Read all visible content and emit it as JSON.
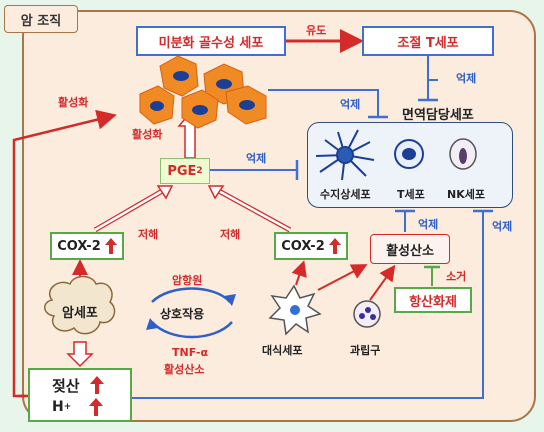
{
  "region_label": "암 조직",
  "nodes": {
    "msc": "미분화 골수성 세포",
    "treg": "조절 T세포",
    "immune_title": "면역담당세포",
    "dendritic": "수지상세포",
    "tcell": "T세포",
    "nkcell": "NK세포",
    "pge2": "PGE",
    "pge2_sub": "2",
    "cox2_left": "COX-2",
    "cox2_right": "COX-2",
    "ros": "활성산소",
    "antioxidant": "항산화제",
    "cancer_cell": "암세포",
    "lactic": "젖산",
    "proton": "H",
    "proton_sup": "+",
    "macrophage": "대식세포",
    "granulocyte": "과립구"
  },
  "edges": {
    "induce": "유도",
    "suppress_treg": "억제",
    "suppress_msc": "억제",
    "suppress_pge": "억제",
    "suppress_ros": "억제",
    "suppress_lactic": "억제",
    "activate_top": "활성화",
    "activate_cells": "활성화",
    "inhibit_left": "저해",
    "inhibit_right": "저해",
    "scavenge": "소거",
    "carcinogen": "암항원",
    "interaction": "상호작용",
    "tnf": "TNF-α",
    "tnf_ros": "활성산소"
  },
  "colors": {
    "activation": "#d42a2a",
    "suppression": "#2f5fc7",
    "msc_cells": "#f08a24",
    "cell_nucleus": "#1c3f96"
  }
}
